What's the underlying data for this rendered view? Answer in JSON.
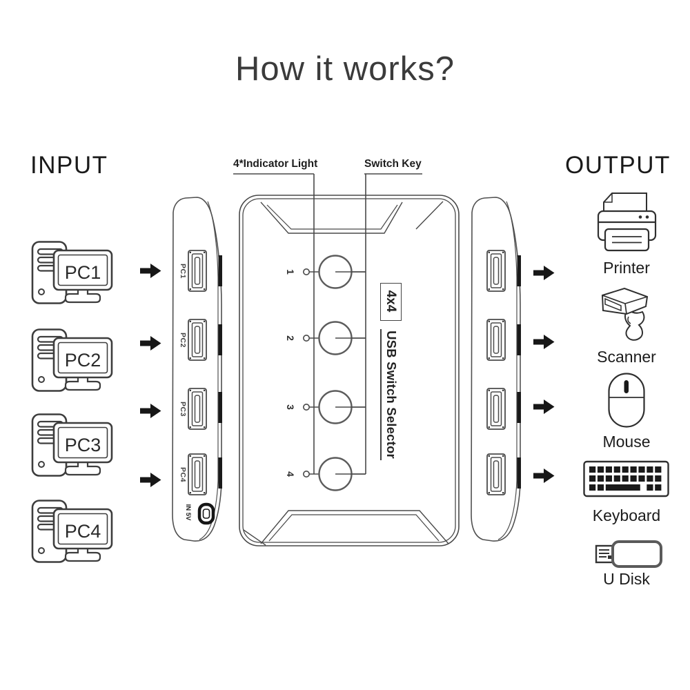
{
  "title": "How it works?",
  "input": {
    "heading": "INPUT",
    "computers": [
      {
        "label": "PC1"
      },
      {
        "label": "PC2"
      },
      {
        "label": "PC3"
      },
      {
        "label": "PC4"
      }
    ]
  },
  "output": {
    "heading": "OUTPUT",
    "devices": [
      {
        "label": "Printer"
      },
      {
        "label": "Scanner"
      },
      {
        "label": "Mouse"
      },
      {
        "label": "Keyboard"
      },
      {
        "label": "U Disk"
      }
    ]
  },
  "switch": {
    "annotations": {
      "indicator_light": "4*Indicator Light",
      "switch_key": "Switch Key"
    },
    "model": "4x4",
    "product_name": "USB Switch Selector",
    "channels": [
      "1",
      "2",
      "3",
      "4"
    ],
    "input_ports": [
      "PC1",
      "PC2",
      "PC3",
      "PC4"
    ],
    "power_port": "IN 5V"
  },
  "colors": {
    "title": "#3b3b3b",
    "ink": "#1c1c1c",
    "line": "#484848",
    "panel_line": "#4f4f4f"
  }
}
